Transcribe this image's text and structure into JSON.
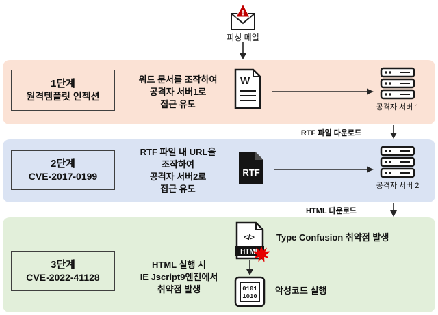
{
  "header": {
    "phishing_label": "피싱 메일"
  },
  "stages": {
    "s1": {
      "title": "1단계",
      "subtitle": "원격템플릿 인젝션",
      "description": "워드 문서를 조작하여\n공격자 서버1로\n접근 유도",
      "server_label": "공격자 서버 1"
    },
    "s2": {
      "title": "2단계",
      "subtitle": "CVE-2017-0199",
      "description": "RTF 파일 내 URL을\n조작하여\n공격자 서버2로\n접근 유도",
      "server_label": "공격자 서버 2"
    },
    "s3": {
      "title": "3단계",
      "subtitle": "CVE-2022-41128",
      "description": "HTML 실행 시\nIE Jscript9엔진에서\n취약점 발생",
      "vuln_label": "Type Confusion 취약점 발생",
      "malware_label": "악성코드 실행"
    }
  },
  "connectors": {
    "c1_label": "RTF 파일 다운로드",
    "c2_label": "HTML 다운로드"
  },
  "icon_text": {
    "warn": "!",
    "word_letter": "W",
    "rtf": "RTF",
    "html_tag": "</>",
    "html": "HTML",
    "bin1": "0101",
    "bin2": "1010"
  },
  "colors": {
    "stage1_bg": "#FBE2D5",
    "stage2_bg": "#DAE3F3",
    "stage3_bg": "#E2EFDA",
    "alert_red": "#C00000",
    "burst_red": "#E60000",
    "ink": "#1a1a1a",
    "arrow": "#262626"
  }
}
